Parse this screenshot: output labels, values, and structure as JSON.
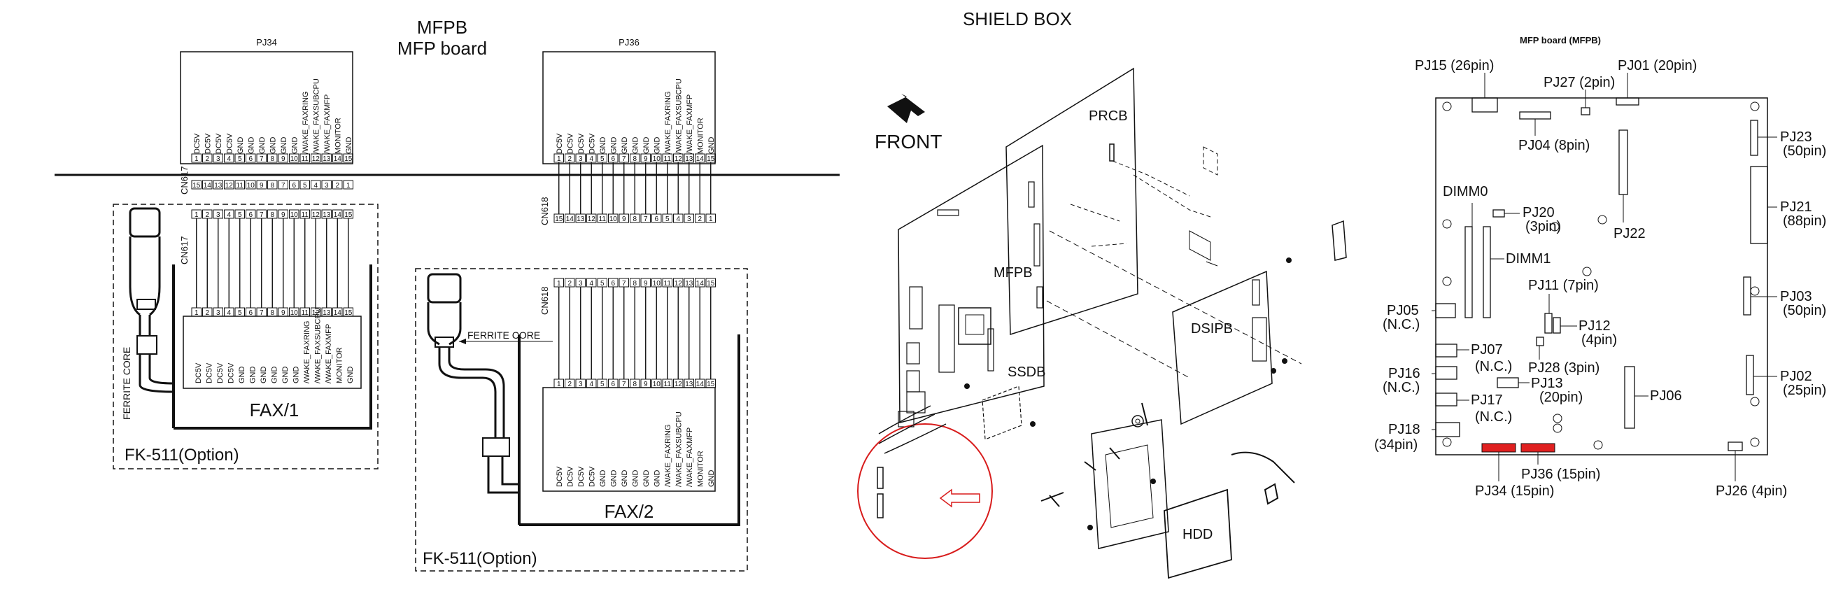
{
  "left_panel": {
    "title_line1": "MFPB",
    "title_line2": "MFP board",
    "pj34_label": "PJ34",
    "pj36_label": "PJ36",
    "cn617_label": "CN617",
    "cn618_label": "CN618",
    "signals": [
      "DC5V",
      "DC5V",
      "DC5V",
      "DC5V",
      "GND",
      "GND",
      "GND",
      "GND",
      "GND",
      "GND",
      "/WAKE_FAXRING",
      "/WAKE_FAXSUBCPU",
      "/WAKE_FAXMFP",
      "MONITOR",
      "GND"
    ],
    "pins": [
      "1",
      "2",
      "3",
      "4",
      "5",
      "6",
      "7",
      "8",
      "9",
      "10",
      "11",
      "12",
      "13",
      "14",
      "15"
    ],
    "pins_rev": [
      "15",
      "14",
      "13",
      "12",
      "11",
      "10",
      "9",
      "8",
      "7",
      "6",
      "5",
      "4",
      "3",
      "2",
      "1"
    ],
    "ferrite_core": "FERRITE CORE",
    "fax1": "FAX/1",
    "fax2": "FAX/2",
    "fk511": "FK-511(Option)"
  },
  "middle_panel": {
    "title": "SHIELD BOX",
    "front": "FRONT",
    "prcb": "PRCB",
    "mfpb": "MFPB",
    "dsipb": "DSIPB",
    "ssdb": "SSDB",
    "hdd": "HDD"
  },
  "right_panel": {
    "title": "MFP board (MFPB)",
    "labels": {
      "pj15": "PJ15 (26pin)",
      "pj01": "PJ01 (20pin)",
      "pj27": "PJ27 (2pin)",
      "pj04": "PJ04 (8pin)",
      "pj23a": "PJ23",
      "pj23b": "(50pin)",
      "pj21a": "PJ21",
      "pj21b": "(88pin)",
      "dimm0": "DIMM0",
      "pj20a": "PJ20",
      "pj20b": "(3pin)",
      "pj22": "PJ22",
      "dimm1": "DIMM1",
      "pj11": "PJ11 (7pin)",
      "pj03a": "PJ03",
      "pj03b": "(50pin)",
      "pj05a": "PJ05",
      "pj05b": "(N.C.)",
      "pj12a": "PJ12",
      "pj12b": "(4pin)",
      "pj07a": "PJ07",
      "pj07b": "(N.C.)",
      "pj28": "PJ28 (3pin)",
      "pj16a": "PJ16",
      "pj16b": "(N.C.)",
      "pj13a": "PJ13",
      "pj13b": "(20pin)",
      "pj02a": "PJ02",
      "pj02b": "(25pin)",
      "pj17a": "PJ17",
      "pj17b": "(N.C.)",
      "pj06": "PJ06",
      "pj18a": "PJ18",
      "pj18b": "(34pin)",
      "pj36": "PJ36 (15pin)",
      "pj34": "PJ34 (15pin)",
      "pj26": "PJ26 (4pin)"
    },
    "highlight_color": "#e02020"
  }
}
